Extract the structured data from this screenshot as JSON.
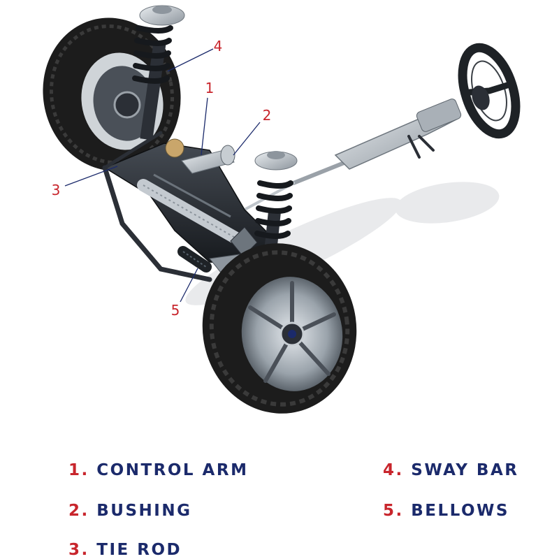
{
  "callouts": [
    {
      "id": "1",
      "text": "1"
    },
    {
      "id": "2",
      "text": "2"
    },
    {
      "id": "3",
      "text": "3"
    },
    {
      "id": "4",
      "text": "4"
    },
    {
      "id": "5",
      "text": "5"
    }
  ],
  "legend": [
    {
      "number": "1.",
      "label": "CONTROL ARM"
    },
    {
      "number": "2.",
      "label": "BUSHING"
    },
    {
      "number": "3.",
      "label": "TIE ROD"
    },
    {
      "number": "4.",
      "label": "SWAY BAR"
    },
    {
      "number": "5.",
      "label": "BELLOWS"
    }
  ],
  "colors": {
    "number_red": "#c8252c",
    "label_navy": "#1b2a6b",
    "tire": "#1c1c1c",
    "metal": "#b8bfc6",
    "dark_metal": "#2b2f36"
  }
}
